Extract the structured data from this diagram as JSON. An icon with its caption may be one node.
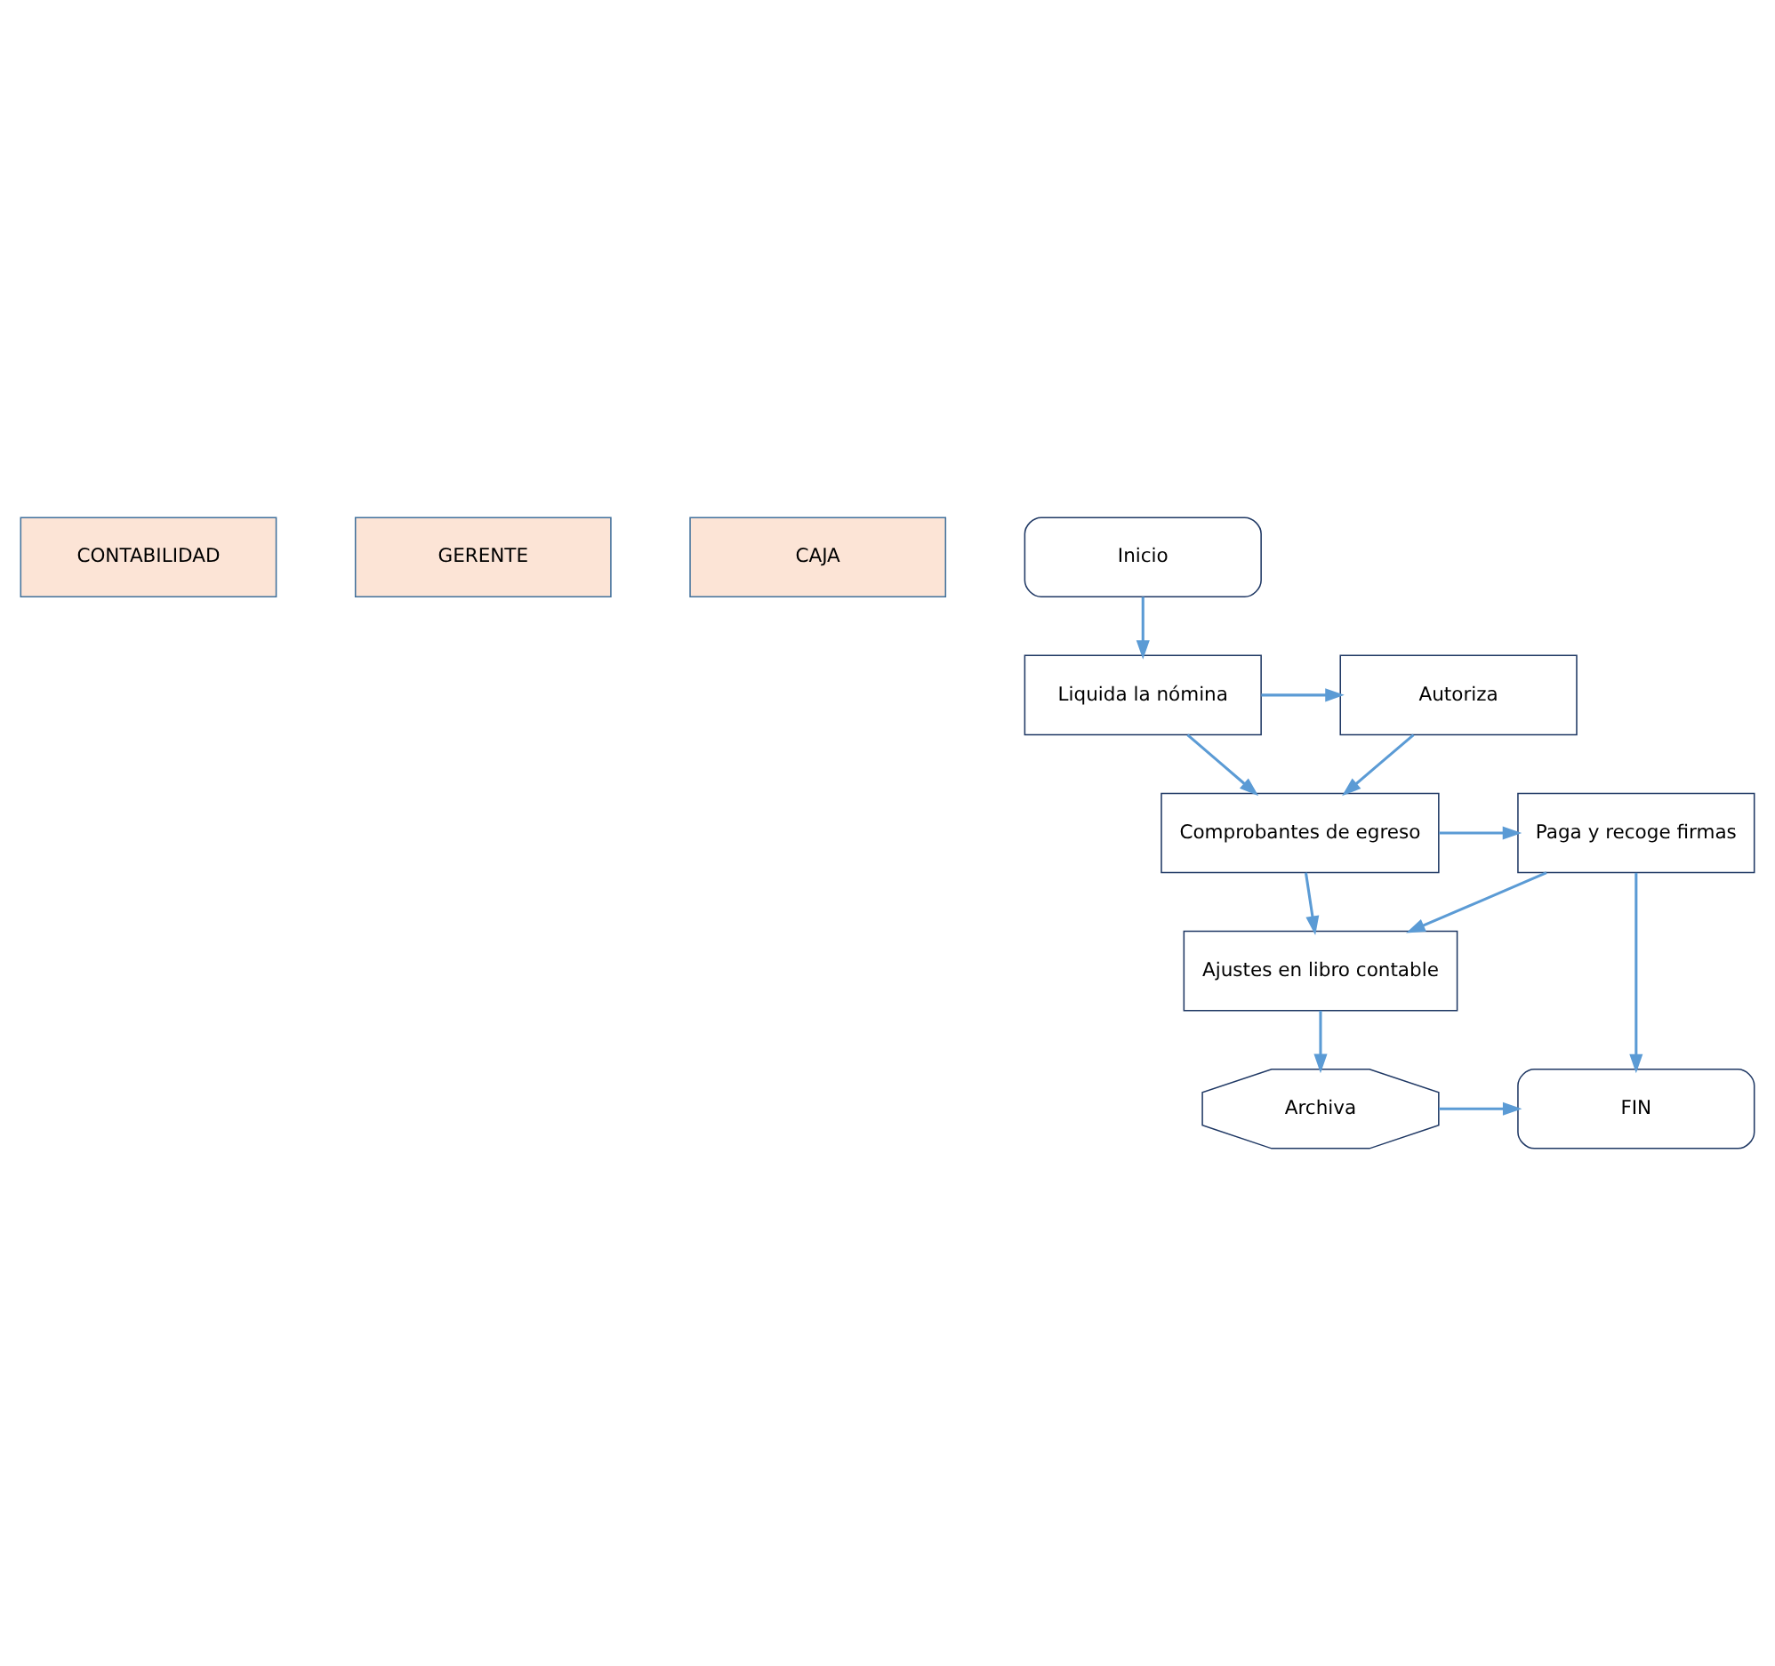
{
  "diagram": {
    "nodes": [
      {
        "text": [
          "CONTABILIDAD"
        ]
      },
      {
        "text": [
          "GERENTE"
        ]
      },
      {
        "text": [
          "CAJA"
        ]
      },
      {
        "text": [
          "Inicio"
        ]
      },
      {
        "text": [
          "Liquida la nómina"
        ]
      },
      {
        "text": [
          "Autoriza"
        ]
      },
      {
        "text": [
          "Comprobantes de egreso"
        ]
      },
      {
        "text": [
          "Paga y recoge firmas"
        ]
      },
      {
        "text": [
          "Ajustes en libro contable"
        ]
      },
      {
        "text": [
          "Archiva"
        ]
      },
      {
        "text": [
          "FIN"
        ]
      }
    ],
    "edges": [
      {
        "from": 3,
        "to": 4,
        "arrow": "to"
      },
      {
        "from": 4,
        "to": 5,
        "arrow": "to"
      },
      {
        "from": 4,
        "to": 6,
        "arrow": "to"
      },
      {
        "from": 5,
        "to": 6,
        "arrow": "to"
      },
      {
        "from": 6,
        "to": 7,
        "arrow": "to"
      },
      {
        "from": 6,
        "to": 8,
        "arrow": "to"
      },
      {
        "from": 7,
        "to": 8,
        "arrow": "to"
      },
      {
        "from": 8,
        "to": 9,
        "arrow": "to"
      },
      {
        "from": 9,
        "to": 10,
        "arrow": "to"
      },
      {
        "from": 7,
        "to": 10,
        "arrow": "to"
      }
    ]
  }
}
